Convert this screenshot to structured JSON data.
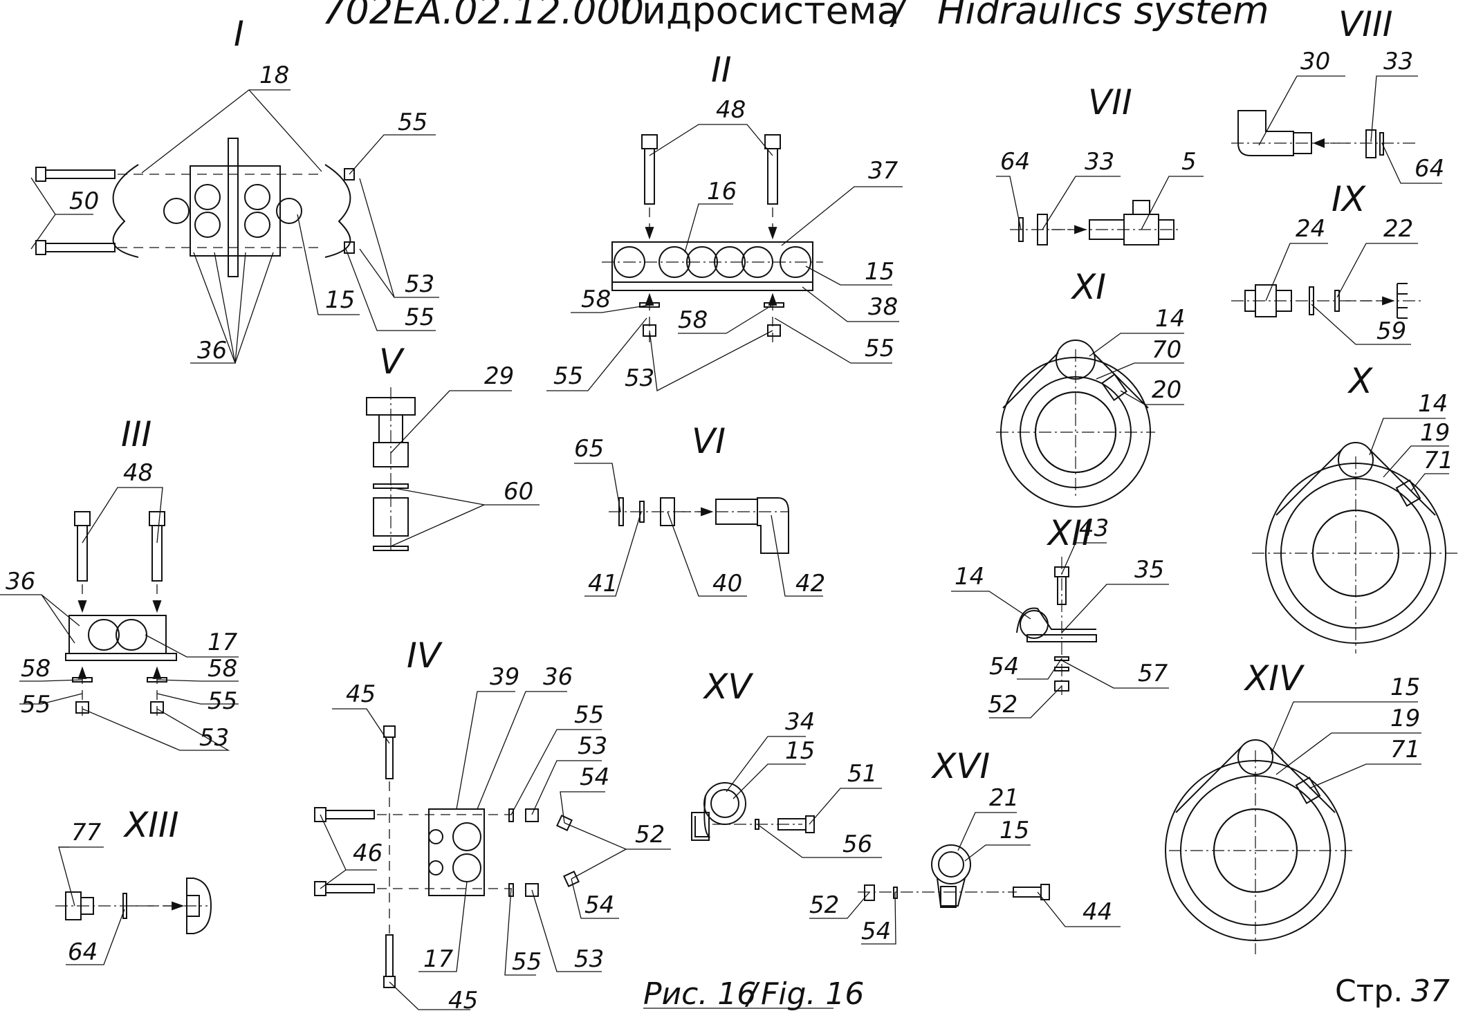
{
  "title": {
    "code": "702ЕА.02.12.000",
    "name_ru": "Гидросистема",
    "separator": "/",
    "name_en": "Hidraulics system"
  },
  "caption": {
    "fig_ru": "Рис. 16",
    "separator": "/",
    "fig_en": "Fig. 16"
  },
  "page": {
    "label": "Стр.",
    "number": "37"
  },
  "views": {
    "I": {
      "label": "I",
      "callouts": [
        {
          "id": "i50",
          "text": "50"
        },
        {
          "id": "i18",
          "text": "18"
        },
        {
          "id": "i55a",
          "text": "55"
        },
        {
          "id": "i53",
          "text": "53"
        },
        {
          "id": "i55b",
          "text": "55"
        },
        {
          "id": "i15",
          "text": "15"
        },
        {
          "id": "i36",
          "text": "36"
        }
      ]
    },
    "II": {
      "label": "II",
      "callouts": [
        {
          "id": "ii48",
          "text": "48"
        },
        {
          "id": "ii37",
          "text": "37"
        },
        {
          "id": "ii16",
          "text": "16"
        },
        {
          "id": "ii15",
          "text": "15"
        },
        {
          "id": "ii58a",
          "text": "58"
        },
        {
          "id": "ii38",
          "text": "38"
        },
        {
          "id": "ii58b",
          "text": "58"
        },
        {
          "id": "ii55a",
          "text": "55"
        },
        {
          "id": "ii53",
          "text": "53"
        },
        {
          "id": "ii55b",
          "text": "55"
        }
      ]
    },
    "III": {
      "label": "III",
      "callouts": [
        {
          "id": "iii48",
          "text": "48"
        },
        {
          "id": "iii36",
          "text": "36"
        },
        {
          "id": "iii17",
          "text": "17"
        },
        {
          "id": "iii58a",
          "text": "58"
        },
        {
          "id": "iii58b",
          "text": "58"
        },
        {
          "id": "iii55a",
          "text": "55"
        },
        {
          "id": "iii55b",
          "text": "55"
        },
        {
          "id": "iii53",
          "text": "53"
        }
      ]
    },
    "IV": {
      "label": "IV",
      "callouts": [
        {
          "id": "iv45a",
          "text": "45"
        },
        {
          "id": "iv39",
          "text": "39"
        },
        {
          "id": "iv36",
          "text": "36"
        },
        {
          "id": "iv55a",
          "text": "55"
        },
        {
          "id": "iv53a",
          "text": "53"
        },
        {
          "id": "iv54a",
          "text": "54"
        },
        {
          "id": "iv46",
          "text": "46"
        },
        {
          "id": "iv52",
          "text": "52"
        },
        {
          "id": "iv54b",
          "text": "54"
        },
        {
          "id": "iv17",
          "text": "17"
        },
        {
          "id": "iv55b",
          "text": "55"
        },
        {
          "id": "iv53b",
          "text": "53"
        },
        {
          "id": "iv45b",
          "text": "45"
        }
      ]
    },
    "V": {
      "label": "V",
      "callouts": [
        {
          "id": "v29",
          "text": "29"
        },
        {
          "id": "v60",
          "text": "60"
        }
      ]
    },
    "VI": {
      "label": "VI",
      "callouts": [
        {
          "id": "vi65",
          "text": "65"
        },
        {
          "id": "vi41",
          "text": "41"
        },
        {
          "id": "vi40",
          "text": "40"
        },
        {
          "id": "vi42",
          "text": "42"
        }
      ]
    },
    "VII": {
      "label": "VII",
      "callouts": [
        {
          "id": "vii64",
          "text": "64"
        },
        {
          "id": "vii33",
          "text": "33"
        },
        {
          "id": "vii5",
          "text": "5"
        }
      ]
    },
    "VIII": {
      "label": "VIII",
      "callouts": [
        {
          "id": "viii30",
          "text": "30"
        },
        {
          "id": "viii33",
          "text": "33"
        },
        {
          "id": "viii64",
          "text": "64"
        }
      ]
    },
    "IX": {
      "label": "IX",
      "callouts": [
        {
          "id": "ix24",
          "text": "24"
        },
        {
          "id": "ix22",
          "text": "22"
        },
        {
          "id": "ix59",
          "text": "59"
        }
      ]
    },
    "X": {
      "label": "X",
      "callouts": [
        {
          "id": "x14",
          "text": "14"
        },
        {
          "id": "x19",
          "text": "19"
        },
        {
          "id": "x71",
          "text": "71"
        }
      ]
    },
    "XI": {
      "label": "XI",
      "callouts": [
        {
          "id": "xi14",
          "text": "14"
        },
        {
          "id": "xi70",
          "text": "70"
        },
        {
          "id": "xi20",
          "text": "20"
        }
      ]
    },
    "XII": {
      "label": "XII",
      "callouts": [
        {
          "id": "xii43",
          "text": "43"
        },
        {
          "id": "xii14",
          "text": "14"
        },
        {
          "id": "xii35",
          "text": "35"
        },
        {
          "id": "xii54",
          "text": "54"
        },
        {
          "id": "xii57",
          "text": "57"
        },
        {
          "id": "xii52",
          "text": "52"
        }
      ]
    },
    "XIII": {
      "label": "XIII",
      "callouts": [
        {
          "id": "xiii77",
          "text": "77"
        },
        {
          "id": "xiii64",
          "text": "64"
        }
      ]
    },
    "XIV": {
      "label": "XIV",
      "callouts": [
        {
          "id": "xiv15",
          "text": "15"
        },
        {
          "id": "xiv19",
          "text": "19"
        },
        {
          "id": "xiv71",
          "text": "71"
        }
      ]
    },
    "XV": {
      "label": "XV",
      "callouts": [
        {
          "id": "xv34",
          "text": "34"
        },
        {
          "id": "xv15",
          "text": "15"
        },
        {
          "id": "xv51",
          "text": "51"
        },
        {
          "id": "xv56",
          "text": "56"
        }
      ]
    },
    "XVI": {
      "label": "XVI",
      "callouts": [
        {
          "id": "xvi21",
          "text": "21"
        },
        {
          "id": "xvi15",
          "text": "15"
        },
        {
          "id": "xvi52",
          "text": "52"
        },
        {
          "id": "xvi54",
          "text": "54"
        },
        {
          "id": "xvi44",
          "text": "44"
        }
      ]
    }
  }
}
